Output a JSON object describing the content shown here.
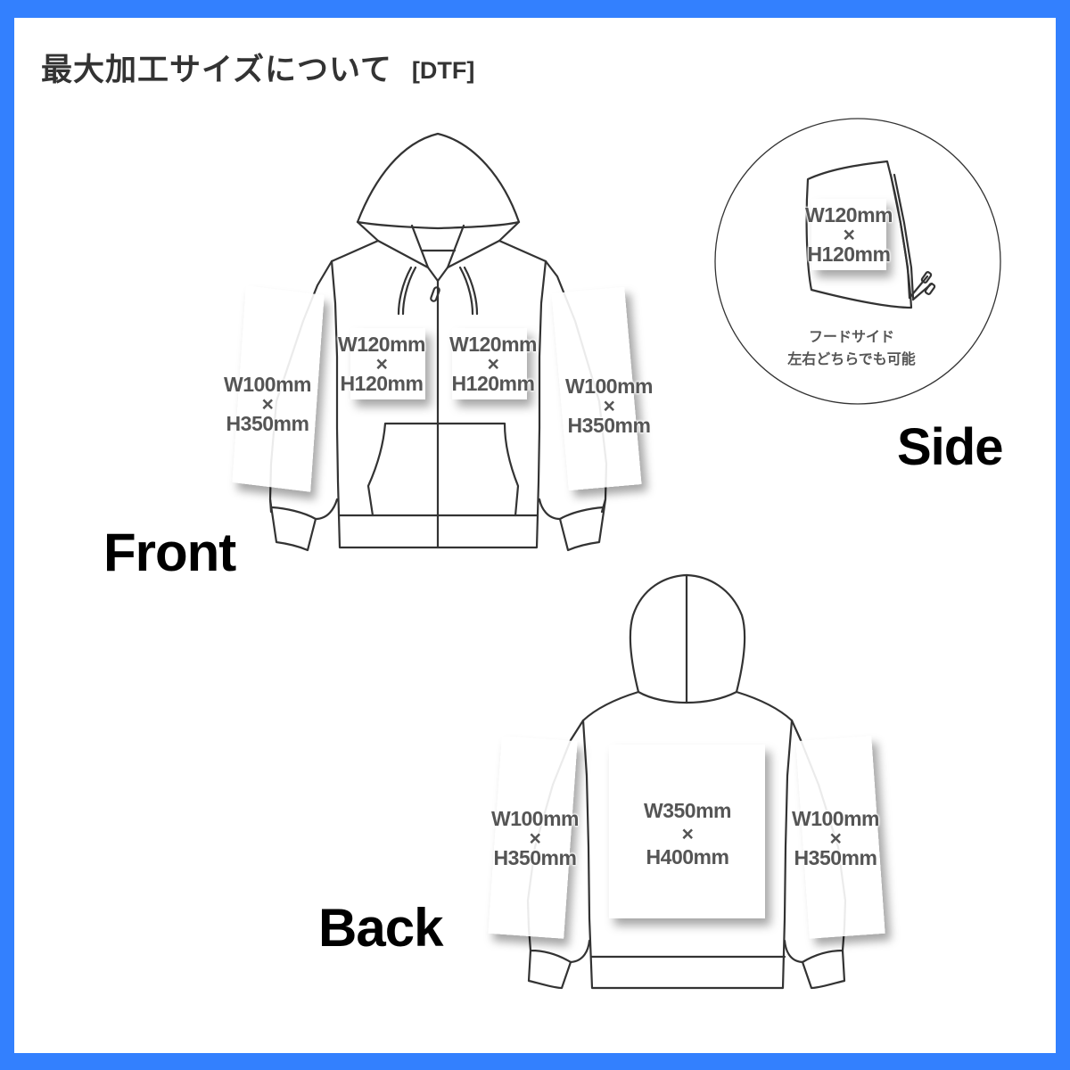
{
  "title": {
    "main": "最大加工サイズについて",
    "tag": "[DTF]"
  },
  "colors": {
    "frame": "#3380fe",
    "outline": "#333333",
    "dimension_text": "#555555"
  },
  "views": {
    "front": {
      "label": "Front",
      "areas": [
        {
          "name": "left-sleeve",
          "w": "W100mm",
          "x": "×",
          "h": "H350mm"
        },
        {
          "name": "left-chest",
          "w": "W120mm",
          "x": "×",
          "h": "H120mm"
        },
        {
          "name": "right-chest",
          "w": "W120mm",
          "x": "×",
          "h": "H120mm"
        },
        {
          "name": "right-sleeve",
          "w": "W100mm",
          "x": "×",
          "h": "H350mm"
        }
      ]
    },
    "side": {
      "label": "Side",
      "areas": [
        {
          "name": "hood-side",
          "w": "W120mm",
          "x": "×",
          "h": "H120mm"
        }
      ],
      "note": [
        "フードサイド",
        "左右どちらでも可能"
      ]
    },
    "back": {
      "label": "Back",
      "areas": [
        {
          "name": "left-sleeve",
          "w": "W100mm",
          "x": "×",
          "h": "H350mm"
        },
        {
          "name": "back-center",
          "w": "W350mm",
          "x": "×",
          "h": "H400mm"
        },
        {
          "name": "right-sleeve",
          "w": "W100mm",
          "x": "×",
          "h": "H350mm"
        }
      ]
    }
  }
}
